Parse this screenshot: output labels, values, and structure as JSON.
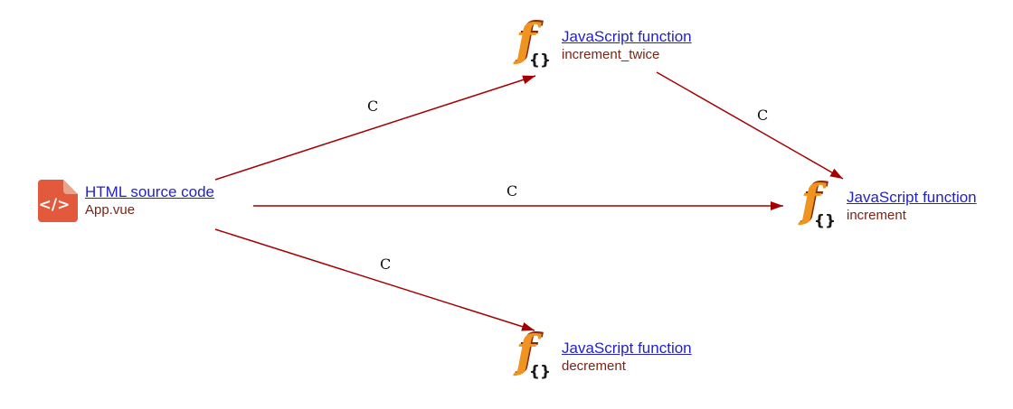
{
  "diagram": {
    "type": "call-graph",
    "nodes": [
      {
        "id": "app-vue",
        "kind": "html-source",
        "title": "HTML source code",
        "subtitle": "App.vue",
        "icon": "html-file-icon"
      },
      {
        "id": "increment-twice",
        "kind": "js-function",
        "title": "JavaScript function",
        "subtitle": "increment_twice",
        "icon": "js-function-icon"
      },
      {
        "id": "increment",
        "kind": "js-function",
        "title": "JavaScript function",
        "subtitle": "increment",
        "icon": "js-function-icon"
      },
      {
        "id": "decrement",
        "kind": "js-function",
        "title": "JavaScript function",
        "subtitle": "decrement",
        "icon": "js-function-icon"
      }
    ],
    "edges": [
      {
        "from": "app-vue",
        "to": "increment-twice",
        "label": "C"
      },
      {
        "from": "app-vue",
        "to": "increment",
        "label": "C"
      },
      {
        "from": "app-vue",
        "to": "decrement",
        "label": "C"
      },
      {
        "from": "increment-twice",
        "to": "increment",
        "label": "C"
      }
    ],
    "colors": {
      "background": "#ffffff",
      "edge": "#a40000",
      "edge_label": "#111111",
      "node_link": "#2222cc",
      "node_subtitle": "#7a2416",
      "html_icon_body": "#e2593c",
      "html_icon_fold": "#eda28b",
      "html_icon_glyph": "#ffffff",
      "js_icon_f": "#ef9420",
      "js_icon_shadow": "#8a2a10",
      "js_icon_braces": "#1a1a1a"
    }
  }
}
